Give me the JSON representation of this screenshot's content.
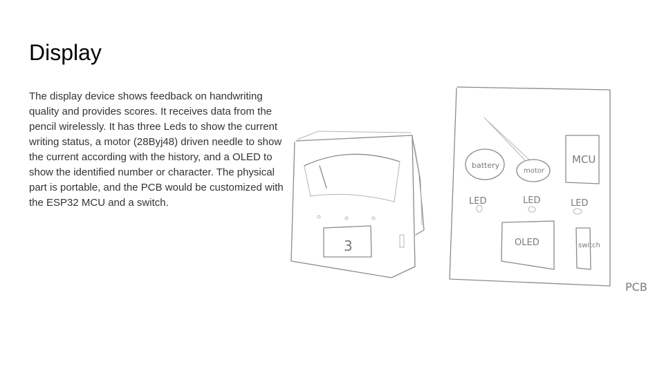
{
  "slide": {
    "title": "Display",
    "body": "The display device shows feedback on handwriting quality and provides scores. It receives data from the pencil wirelessly. It has three Leds to show the current writing status, a motor (28Byj48) driven needle to show the current according with the history, and a OLED to show the identified number or character. The physical part is portable, and the PCB would be customized with the ESP32 MCU and a switch."
  },
  "device_sketch": {
    "screen_digit": "3"
  },
  "pcb_sketch": {
    "battery_label": "battery",
    "motor_label": "motor",
    "mcu_label": "MCU",
    "led_labels": [
      "LED",
      "LED",
      "LED"
    ],
    "oled_label": "OLED",
    "switch_label": "switch",
    "pcb_label": "PCB"
  }
}
